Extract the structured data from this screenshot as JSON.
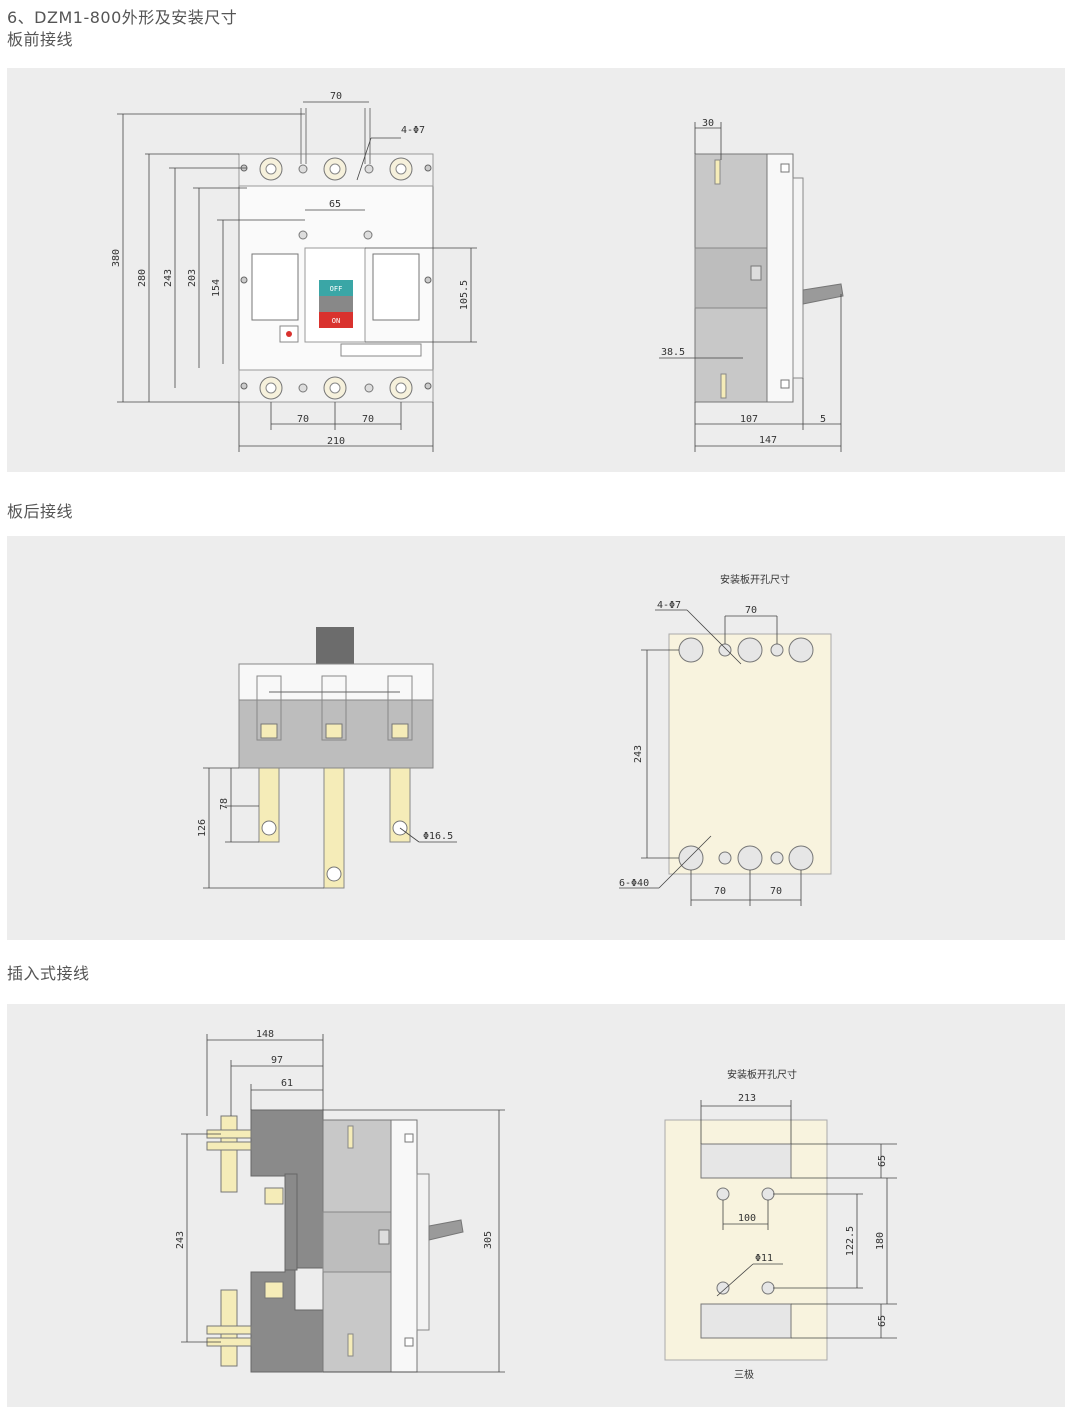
{
  "title": "6、DZM1-800外形及安装尺寸",
  "sections": [
    {
      "heading": "板前接线"
    },
    {
      "heading": "板后接线"
    },
    {
      "heading": "插入式接线"
    }
  ],
  "front": {
    "dims": {
      "d70top": "70",
      "d4phi7": "4-Φ7",
      "d65": "65",
      "d380": "380",
      "d280": "280",
      "d243": "243",
      "d203": "203",
      "d154": "154",
      "d105": "105.5",
      "d70a": "70",
      "d70b": "70",
      "d210": "210"
    },
    "off_label": "OFF",
    "on_label": "ON",
    "colors": {
      "off": "#3aa6a6",
      "on": "#d9322e",
      "indicator": "#d9322e"
    }
  },
  "side": {
    "dims": {
      "d30": "30",
      "d38": "38.5",
      "d107": "107",
      "d5": "5",
      "d147": "147"
    }
  },
  "rear": {
    "dims": {
      "d126": "126",
      "d78": "78",
      "dphi16": "Φ16.5"
    }
  },
  "mount": {
    "title": "安装板开孔尺寸",
    "dims": {
      "d4phi7": "4-Φ7",
      "d70top": "70",
      "d243": "243",
      "d6phi40": "6-Φ40",
      "d70a": "70",
      "d70b": "70"
    }
  },
  "plugin": {
    "dims": {
      "d148": "148",
      "d97": "97",
      "d61": "61",
      "d243": "243",
      "d305": "305"
    }
  },
  "mount2": {
    "title": "安装板开孔尺寸",
    "dims": {
      "d213": "213",
      "d65a": "65",
      "d100": "100",
      "d122": "122.5",
      "d180": "180",
      "dphi11": "Φ11",
      "d65b": "65"
    },
    "caption": "三极"
  }
}
